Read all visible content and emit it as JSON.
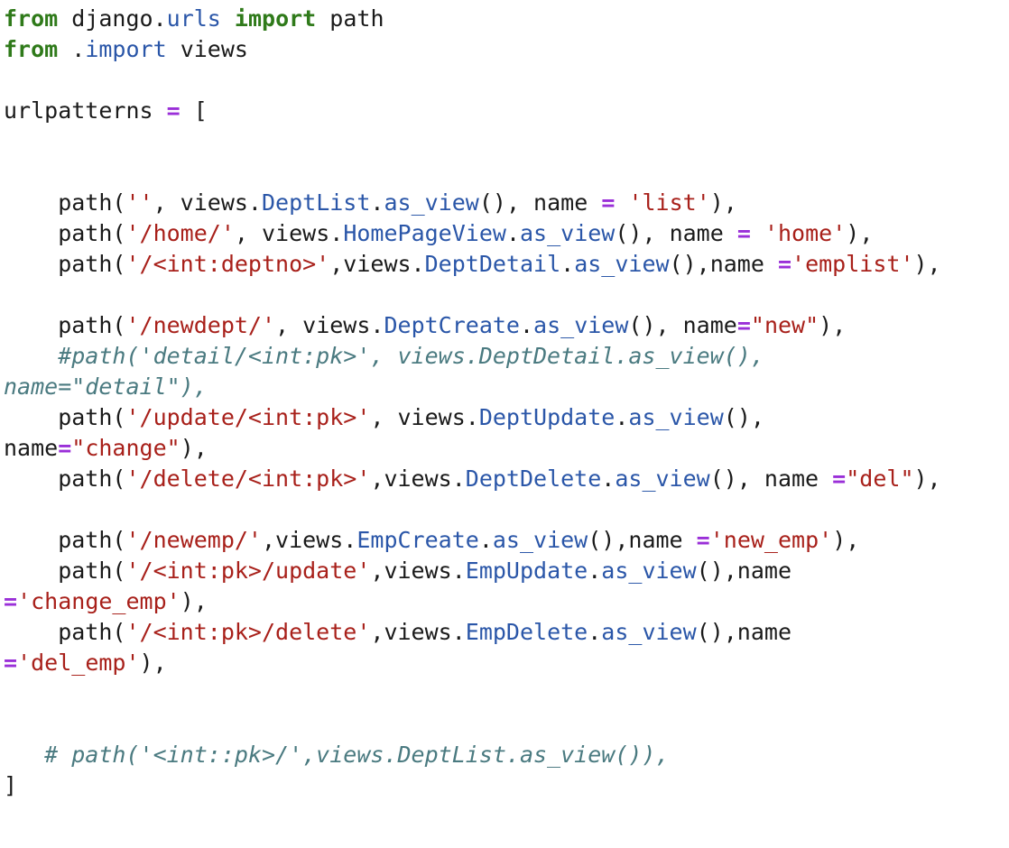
{
  "lines": [
    [
      {
        "t": "from",
        "c": "kw"
      },
      {
        "t": " django.",
        "c": ""
      },
      {
        "t": "urls",
        "c": "mod"
      },
      {
        "t": " ",
        "c": ""
      },
      {
        "t": "import",
        "c": "kw"
      },
      {
        "t": " path",
        "c": ""
      }
    ],
    [
      {
        "t": "from",
        "c": "kw"
      },
      {
        "t": " .",
        "c": ""
      },
      {
        "t": "import",
        "c": "mod"
      },
      {
        "t": " views",
        "c": ""
      }
    ],
    [],
    [
      {
        "t": "urlpatterns ",
        "c": ""
      },
      {
        "t": "=",
        "c": "op"
      },
      {
        "t": " [",
        "c": ""
      }
    ],
    [],
    [],
    [
      {
        "t": "    path(",
        "c": ""
      },
      {
        "t": "''",
        "c": "str"
      },
      {
        "t": ", views.",
        "c": ""
      },
      {
        "t": "DeptList",
        "c": "cls"
      },
      {
        "t": ".",
        "c": ""
      },
      {
        "t": "as_view",
        "c": "cls"
      },
      {
        "t": "(), name ",
        "c": ""
      },
      {
        "t": "=",
        "c": "op"
      },
      {
        "t": " ",
        "c": ""
      },
      {
        "t": "'list'",
        "c": "str"
      },
      {
        "t": "),",
        "c": ""
      }
    ],
    [
      {
        "t": "    path(",
        "c": ""
      },
      {
        "t": "'/home/'",
        "c": "str"
      },
      {
        "t": ", views.",
        "c": ""
      },
      {
        "t": "HomePageView",
        "c": "cls"
      },
      {
        "t": ".",
        "c": ""
      },
      {
        "t": "as_view",
        "c": "cls"
      },
      {
        "t": "(), name ",
        "c": ""
      },
      {
        "t": "=",
        "c": "op"
      },
      {
        "t": " ",
        "c": ""
      },
      {
        "t": "'home'",
        "c": "str"
      },
      {
        "t": "),",
        "c": ""
      }
    ],
    [
      {
        "t": "    path(",
        "c": ""
      },
      {
        "t": "'/<int:deptno>'",
        "c": "str"
      },
      {
        "t": ",views.",
        "c": ""
      },
      {
        "t": "DeptDetail",
        "c": "cls"
      },
      {
        "t": ".",
        "c": ""
      },
      {
        "t": "as_view",
        "c": "cls"
      },
      {
        "t": "(),name ",
        "c": ""
      },
      {
        "t": "=",
        "c": "op"
      },
      {
        "t": "'emplist'",
        "c": "str"
      },
      {
        "t": "),",
        "c": ""
      }
    ],
    [],
    [
      {
        "t": "    path(",
        "c": ""
      },
      {
        "t": "'/newdept/'",
        "c": "str"
      },
      {
        "t": ", views.",
        "c": ""
      },
      {
        "t": "DeptCreate",
        "c": "cls"
      },
      {
        "t": ".",
        "c": ""
      },
      {
        "t": "as_view",
        "c": "cls"
      },
      {
        "t": "(), name",
        "c": ""
      },
      {
        "t": "=",
        "c": "op"
      },
      {
        "t": "\"new\"",
        "c": "str"
      },
      {
        "t": "),",
        "c": ""
      }
    ],
    [
      {
        "t": "    #path('detail/<int:pk>', views.DeptDetail.as_view(),",
        "c": "cmt"
      }
    ],
    [
      {
        "t": "name=\"detail\"),",
        "c": "cmt"
      }
    ],
    [
      {
        "t": "    path(",
        "c": ""
      },
      {
        "t": "'/update/<int:pk>'",
        "c": "str"
      },
      {
        "t": ", views.",
        "c": ""
      },
      {
        "t": "DeptUpdate",
        "c": "cls"
      },
      {
        "t": ".",
        "c": ""
      },
      {
        "t": "as_view",
        "c": "cls"
      },
      {
        "t": "(),",
        "c": ""
      }
    ],
    [
      {
        "t": "name",
        "c": ""
      },
      {
        "t": "=",
        "c": "op"
      },
      {
        "t": "\"change\"",
        "c": "str"
      },
      {
        "t": "),",
        "c": ""
      }
    ],
    [
      {
        "t": "    path(",
        "c": ""
      },
      {
        "t": "'/delete/<int:pk>'",
        "c": "str"
      },
      {
        "t": ",views.",
        "c": ""
      },
      {
        "t": "DeptDelete",
        "c": "cls"
      },
      {
        "t": ".",
        "c": ""
      },
      {
        "t": "as_view",
        "c": "cls"
      },
      {
        "t": "(), name ",
        "c": ""
      },
      {
        "t": "=",
        "c": "op"
      },
      {
        "t": "\"del\"",
        "c": "str"
      },
      {
        "t": "),",
        "c": ""
      }
    ],
    [],
    [
      {
        "t": "    path(",
        "c": ""
      },
      {
        "t": "'/newemp/'",
        "c": "str"
      },
      {
        "t": ",views.",
        "c": ""
      },
      {
        "t": "EmpCreate",
        "c": "cls"
      },
      {
        "t": ".",
        "c": ""
      },
      {
        "t": "as_view",
        "c": "cls"
      },
      {
        "t": "(),name ",
        "c": ""
      },
      {
        "t": "=",
        "c": "op"
      },
      {
        "t": "'new_emp'",
        "c": "str"
      },
      {
        "t": "),",
        "c": ""
      }
    ],
    [
      {
        "t": "    path(",
        "c": ""
      },
      {
        "t": "'/<int:pk>/update'",
        "c": "str"
      },
      {
        "t": ",views.",
        "c": ""
      },
      {
        "t": "EmpUpdate",
        "c": "cls"
      },
      {
        "t": ".",
        "c": ""
      },
      {
        "t": "as_view",
        "c": "cls"
      },
      {
        "t": "(),name",
        "c": ""
      }
    ],
    [
      {
        "t": "=",
        "c": "op"
      },
      {
        "t": "'change_emp'",
        "c": "str"
      },
      {
        "t": "),",
        "c": ""
      }
    ],
    [
      {
        "t": "    path(",
        "c": ""
      },
      {
        "t": "'/<int:pk>/delete'",
        "c": "str"
      },
      {
        "t": ",views.",
        "c": ""
      },
      {
        "t": "EmpDelete",
        "c": "cls"
      },
      {
        "t": ".",
        "c": ""
      },
      {
        "t": "as_view",
        "c": "cls"
      },
      {
        "t": "(),name",
        "c": ""
      }
    ],
    [
      {
        "t": "=",
        "c": "op"
      },
      {
        "t": "'del_emp'",
        "c": "str"
      },
      {
        "t": "),",
        "c": ""
      }
    ],
    [],
    [],
    [
      {
        "t": "   # path('<int::pk>/',views.DeptList.as_view()),",
        "c": "cmt"
      }
    ],
    [
      {
        "t": "]",
        "c": ""
      }
    ]
  ],
  "colors": {
    "keyword": "#2f7a1a",
    "module": "#2a56a8",
    "string": "#a8201a",
    "operator": "#9a2fd8",
    "comment": "#4a7a80",
    "text": "#1a1a1a"
  }
}
